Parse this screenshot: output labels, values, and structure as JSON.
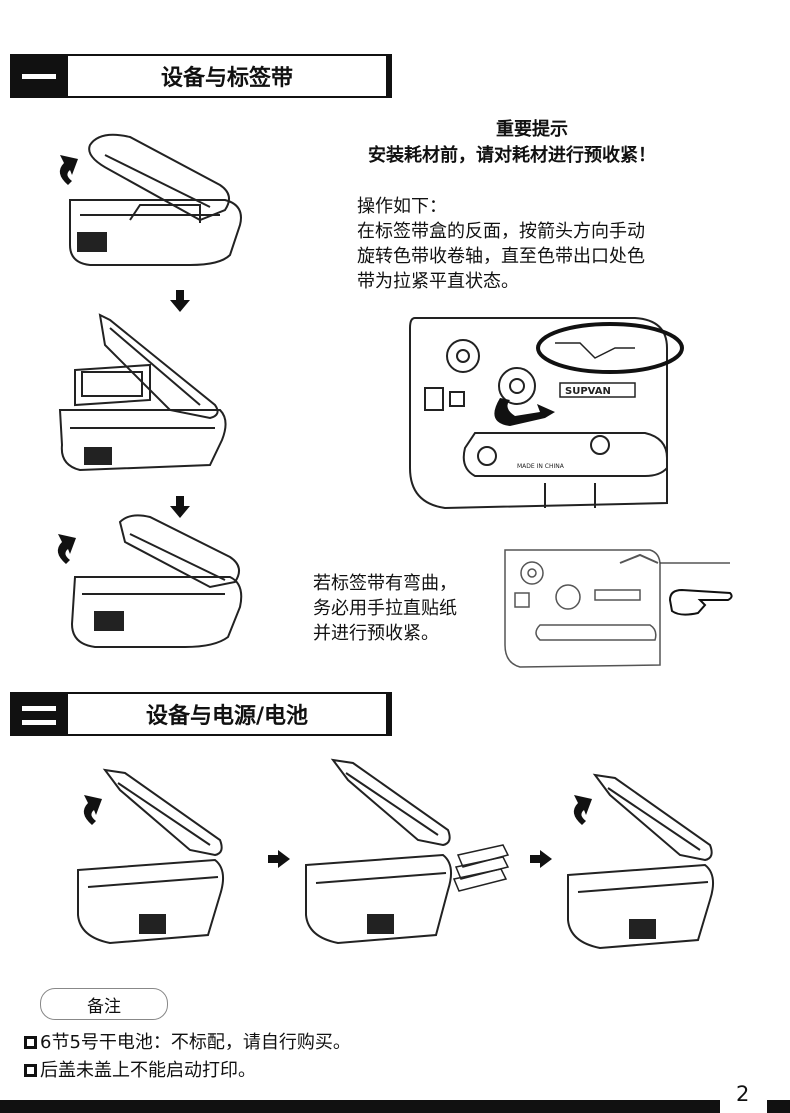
{
  "section1": {
    "title": "设备与标签带"
  },
  "important": {
    "heading": "重要提示",
    "subheading": "安装耗材前，请对耗材进行预收紧！"
  },
  "operation": {
    "lines": [
      "操作如下：",
      "在标签带盒的反面，按箭头方向手动",
      "旋转色带收卷轴，直至色带出口处色",
      "带为拉紧平直状态。"
    ]
  },
  "cassette": {
    "brand": "SUPVAN",
    "made_in": "MADE IN CHINA"
  },
  "bent_tape": {
    "lines": [
      "若标签带有弯曲，",
      "务必用手拉直贴纸",
      "并进行预收紧。"
    ]
  },
  "section2": {
    "title": "设备与电源/电池"
  },
  "notes": {
    "label": "备注",
    "items": [
      "6节5号干电池：不标配，请自行购买。",
      "后盖未盖上不能启动打印。"
    ]
  },
  "page_number": "2"
}
